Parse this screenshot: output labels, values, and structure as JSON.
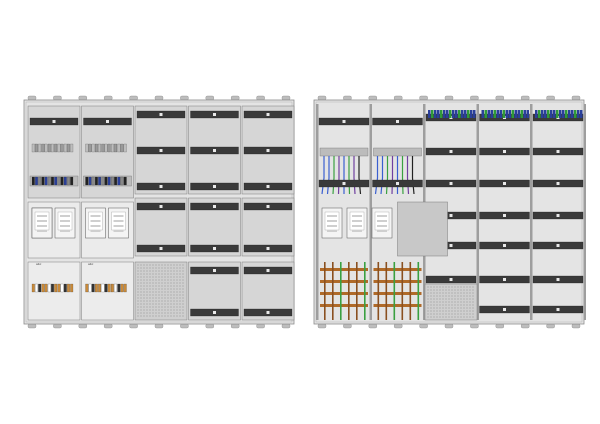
{
  "colors": {
    "background": "#ffffff",
    "cabinet_fill": "#e4e4e4",
    "cabinet_frame": "#8c8c8c",
    "panel_fill": "#d6d6d6",
    "panel_stroke": "#7a7a7a",
    "rail_dark": "#3a3a3a",
    "device_blue": "#2a3f9a",
    "device_green": "#2f9a3a",
    "busbar_copper": "#b06a28",
    "wire_blue": "#3a5fd0",
    "wire_green": "#3aa040",
    "wire_purple": "#7040a0",
    "wire_brown": "#8a5020",
    "mesh": "#9a9a9a"
  },
  "diagrams": [
    {
      "view": "front-with-covers",
      "columns": 5,
      "panel_labels": [
        "abc",
        "abc"
      ],
      "has_meter_panels": true
    },
    {
      "view": "open-interior",
      "columns": 5,
      "has_wiring": true,
      "has_busbars": true
    }
  ]
}
